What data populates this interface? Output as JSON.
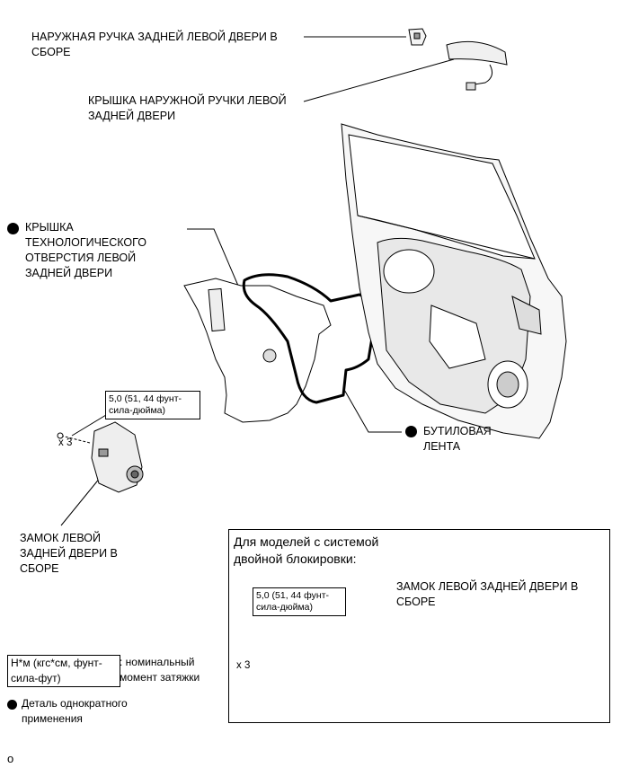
{
  "labels": {
    "outer_handle": "НАРУЖНАЯ РУЧКА ЗАДНЕЙ ЛЕВОЙ ДВЕРИ В\nСБОРЕ",
    "handle_cover": "КРЫШКА НАРУЖНОЙ РУЧКИ ЛЕВОЙ\nЗАДНЕЙ ДВЕРИ",
    "hole_cover": "КРЫШКА\nТЕХНОЛОГИЧЕСКОГО\nОТВЕРСТИЯ ЛЕВОЙ\nЗАДНЕЙ ДВЕРИ",
    "butyl_tape": "БУТИЛОВАЯ\nЛЕНТА",
    "lock_assembly": "ЗАМОК ЛЕВОЙ\nЗАДНЕЙ ДВЕРИ В\nСБОРЕ"
  },
  "torque": {
    "value": "5,0 (51, 44 фунт-\nсила-дюйма)",
    "count": "x 3"
  },
  "inset": {
    "title": "Для моделей с системой\nдвойной блокировки:",
    "lock_label": "ЗАМОК ЛЕВОЙ ЗАДНЕЙ ДВЕРИ В\nСБОРЕ",
    "torque_value": "5,0 (51, 44 фунт-\nсила-дюйма)",
    "count": "x 3"
  },
  "legend": {
    "unit_box": "Н*м (кгс*см, фунт-\nсила-фут)",
    "unit_desc": ": номинальный\nмомент затяжки",
    "single_use": "Деталь однократного\nприменения"
  },
  "footer": "o"
}
